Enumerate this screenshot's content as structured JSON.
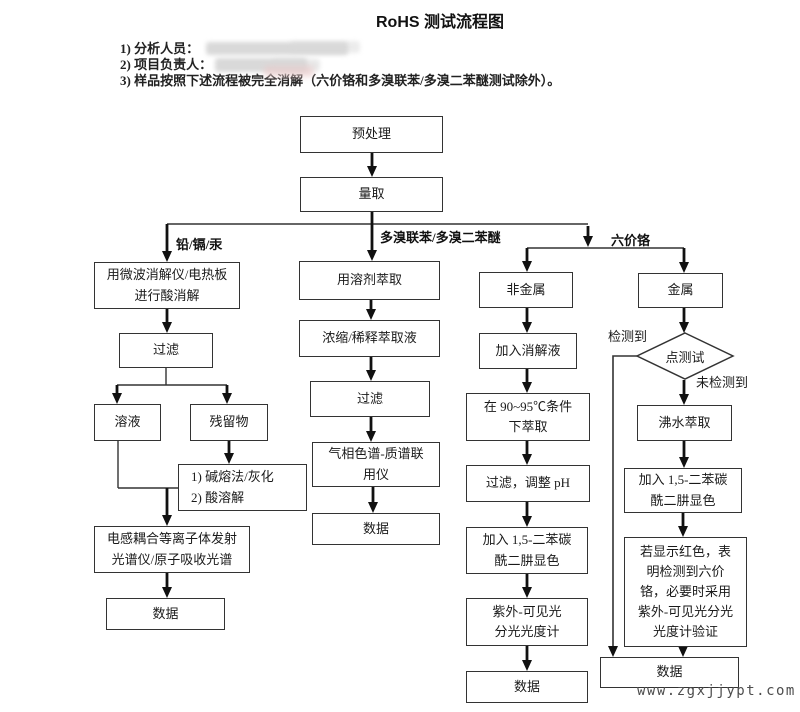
{
  "page": {
    "title": "RoHS 测试流程图",
    "notes": [
      "1) 分析人员：",
      "2) 项目负责人：",
      "3) 样品按照下述流程被完全消解（六价铬和多溴联苯/多溴二苯醚测试除外）。"
    ],
    "branch_labels": {
      "lead_cadmium_mercury": "铅/镉/汞",
      "pbb_pbde": "多溴联苯/多溴二苯醚",
      "hexavalent_chromium": "六价铬"
    },
    "nodes": {
      "pretreatment": "预处理",
      "measure": "量取",
      "acid_digestion": "用微波消解仪/电热板\n进行酸消解",
      "filter_left": "过滤",
      "solution": "溶液",
      "residue": "残留物",
      "alkali_fusion": "1) 碱熔法/灰化\n2) 酸溶解",
      "icp_aas": "电感耦合等离子体发射\n光谱仪/原子吸收光谱",
      "data_left": "数据",
      "solvent_extraction": "用溶剂萃取",
      "concentrate_dilute": "浓缩/稀释萃取液",
      "filter_middle": "过滤",
      "gc_ms": "气相色谱-质谱联\n用仪",
      "data_middle": "数据",
      "nonmetal": "非金属",
      "add_digestion_solution": "加入消解液",
      "extract_90_95": "在 90~95℃条件\n下萃取",
      "filter_adjust_ph": "过滤，调整 pH",
      "add_diphenylcarbazide_nonmetal": "加入 1,5-二苯碳\n酰二肼显色",
      "uv_vis_spectrophotometer": "紫外-可见光\n分光光度计",
      "data_nonmetal": "数据",
      "metal": "金属",
      "spot_test": "点测试",
      "boiling_water_extraction": "沸水萃取",
      "add_diphenylcarbazide_metal": "加入 1,5-二苯碳\n酰二肼显色",
      "red_color_check": "若显示红色，表\n明检测到六价\n铬，必要时采用\n紫外-可见光分光\n光度计验证",
      "data_metal": "数据"
    },
    "decision_labels": {
      "detected": "检测到",
      "not_detected": "未检测到"
    },
    "watermark": "www.zgxjjypt.com",
    "colors": {
      "line": "#333333",
      "arrow": "#111111",
      "box_border": "#333333",
      "watermark": "#4d4d4d",
      "redaction": "#d9d9d9",
      "redaction_pink": "#eacaca"
    }
  }
}
